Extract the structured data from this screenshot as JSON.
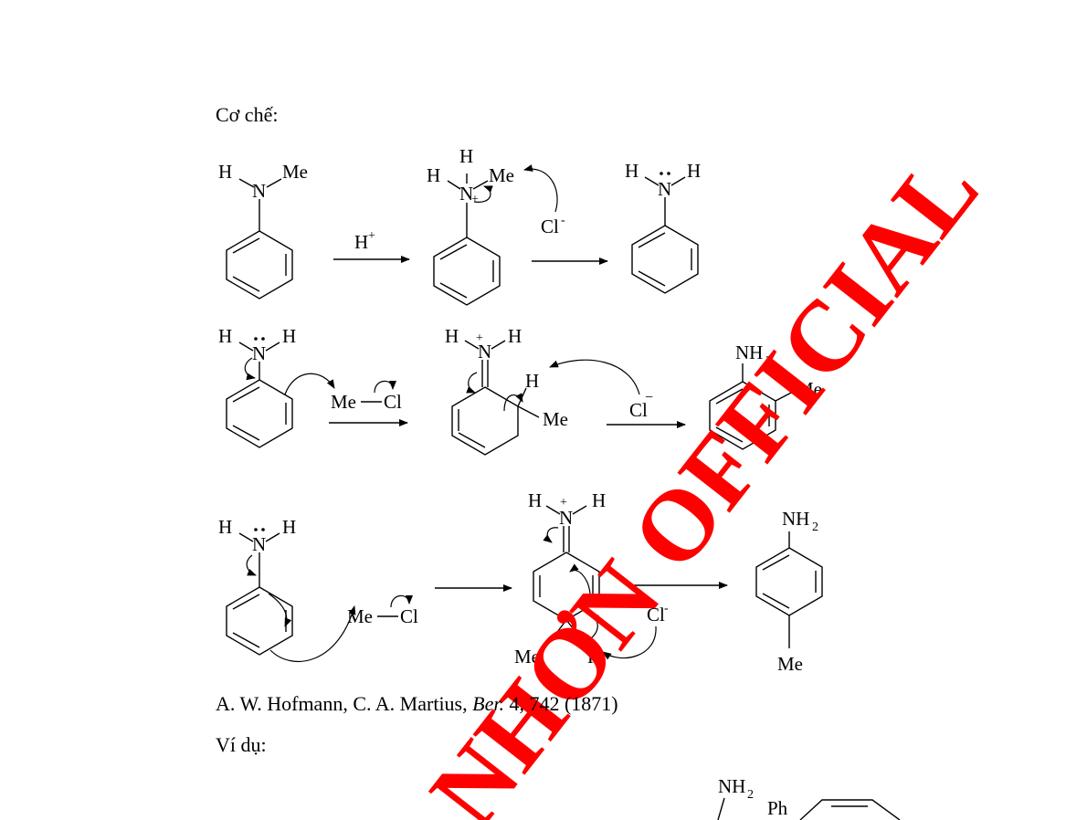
{
  "text": {
    "mechanism_label": "Cơ chế:",
    "citation_authors": "A. W. Hofmann, C. A. Martius, ",
    "citation_journal": "Ber.",
    "citation_rest": " 4, 742 (1871)",
    "example_label": "Ví dụ:"
  },
  "labels": {
    "H": "H",
    "Me": "Me",
    "N": "N",
    "Cl": "Cl",
    "NH": "NH",
    "sub2": "2",
    "Ph": "Ph",
    "plus": "+",
    "minus": "-",
    "bar_minus": "−",
    "reagent_H": "H",
    "reagent_sup": "+"
  },
  "watermark": {
    "text": "NHƠN OFFICIAL",
    "color": "#ff0000"
  }
}
